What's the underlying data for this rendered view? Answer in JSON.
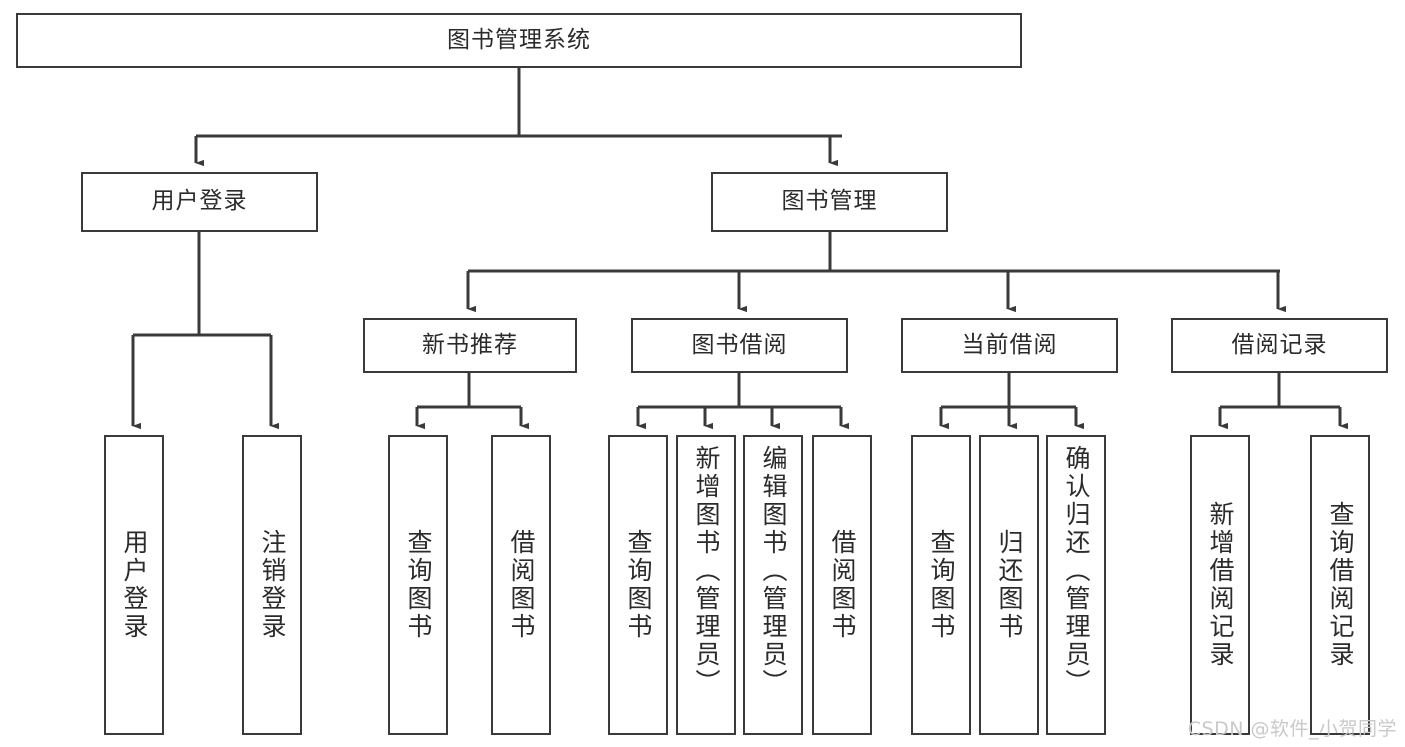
{
  "diagram": {
    "title": "图书管理系统",
    "type": "tree-hierarchy",
    "watermark": "CSDN @软件_小贺同学",
    "colors": {
      "stroke": "#3a3a3a",
      "fill": "#ffffff",
      "text": "#2b2b2b",
      "watermark": "#c9c9c9"
    },
    "root": {
      "id": "root",
      "label": "图书管理系统"
    },
    "level1": [
      {
        "id": "user-login",
        "label": "用户登录"
      },
      {
        "id": "book-manage",
        "label": "图书管理"
      }
    ],
    "level2": [
      {
        "id": "new-book-rec",
        "label": "新书推荐",
        "parent": "book-manage"
      },
      {
        "id": "book-borrow",
        "label": "图书借阅",
        "parent": "book-manage"
      },
      {
        "id": "current-borrow",
        "label": "当前借阅",
        "parent": "book-manage"
      },
      {
        "id": "borrow-record",
        "label": "借阅记录",
        "parent": "book-manage"
      }
    ],
    "leaves": [
      {
        "id": "leaf-user-login",
        "label": "用户登录",
        "parent": "user-login"
      },
      {
        "id": "leaf-user-logout",
        "label": "注销登录",
        "parent": "user-login"
      },
      {
        "id": "leaf-rec-query",
        "label": "查询图书",
        "parent": "new-book-rec"
      },
      {
        "id": "leaf-rec-borrow",
        "label": "借阅图书",
        "parent": "new-book-rec"
      },
      {
        "id": "leaf-borrow-query",
        "label": "查询图书",
        "parent": "book-borrow"
      },
      {
        "id": "leaf-borrow-add",
        "label": "新增图书（管理员）",
        "parent": "book-borrow"
      },
      {
        "id": "leaf-borrow-edit",
        "label": "编辑图书（管理员）",
        "parent": "book-borrow"
      },
      {
        "id": "leaf-borrow-lend",
        "label": "借阅图书",
        "parent": "book-borrow"
      },
      {
        "id": "leaf-cur-query",
        "label": "查询图书",
        "parent": "current-borrow"
      },
      {
        "id": "leaf-cur-return",
        "label": "归还图书",
        "parent": "current-borrow"
      },
      {
        "id": "leaf-cur-confirm",
        "label": "确认归还（管理员）",
        "parent": "current-borrow"
      },
      {
        "id": "leaf-rec-add",
        "label": "新增借阅记录",
        "parent": "borrow-record"
      },
      {
        "id": "leaf-rec-search",
        "label": "查询借阅记录",
        "parent": "borrow-record"
      }
    ]
  }
}
